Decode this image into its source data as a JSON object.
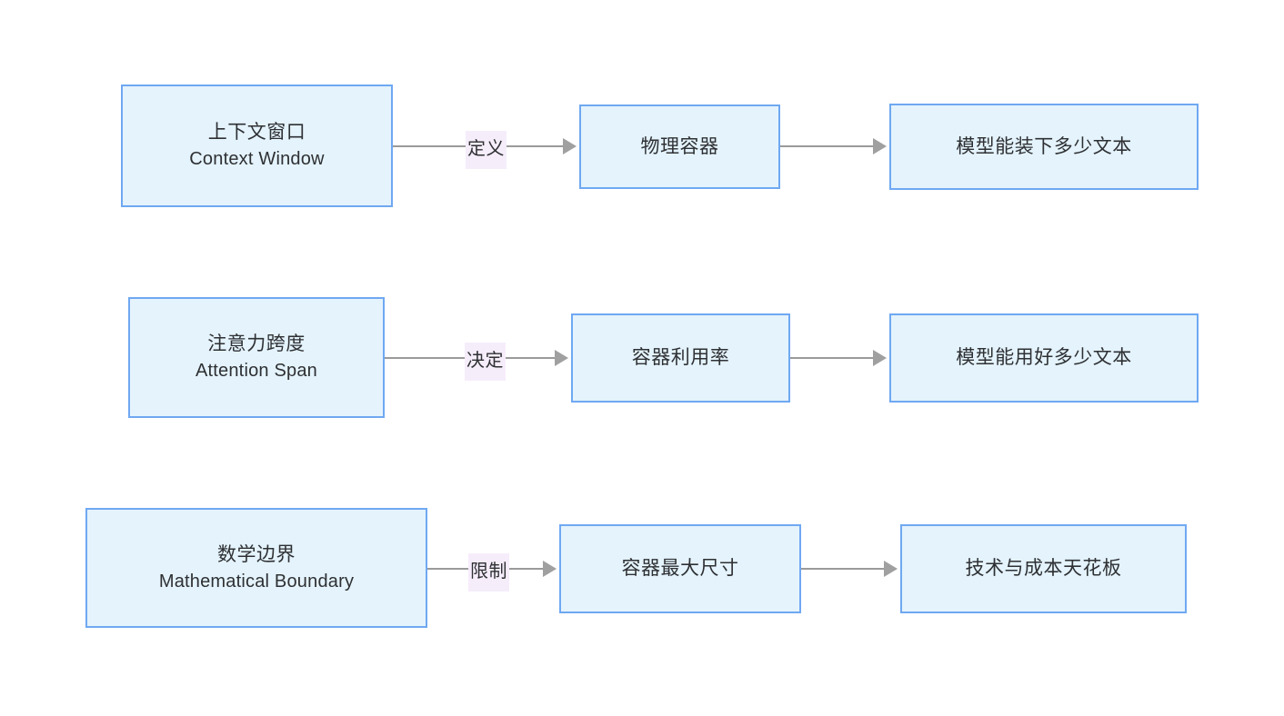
{
  "diagram": {
    "type": "flowchart",
    "direction": "left-to-right",
    "background_color": "#ffffff",
    "node_fill_color": "#e4f3fc",
    "node_border_color": "#6fa8f2",
    "edge_color": "#9a9a9a",
    "edge_label_background": "#f6edfb",
    "text_color": "#2e3033",
    "rows": [
      {
        "id": "row-1",
        "source": {
          "cn": "上下文窗口",
          "en": "Context Window"
        },
        "edge_label": "定义",
        "middle": "物理容器",
        "target": "模型能装下多少文本"
      },
      {
        "id": "row-2",
        "source": {
          "cn": "注意力跨度",
          "en": "Attention Span"
        },
        "edge_label": "决定",
        "middle": "容器利用率",
        "target": "模型能用好多少文本"
      },
      {
        "id": "row-3",
        "source": {
          "cn": "数学边界",
          "en": "Mathematical Boundary"
        },
        "edge_label": "限制",
        "middle": "容器最大尺寸",
        "target": "技术与成本天花板"
      }
    ]
  }
}
